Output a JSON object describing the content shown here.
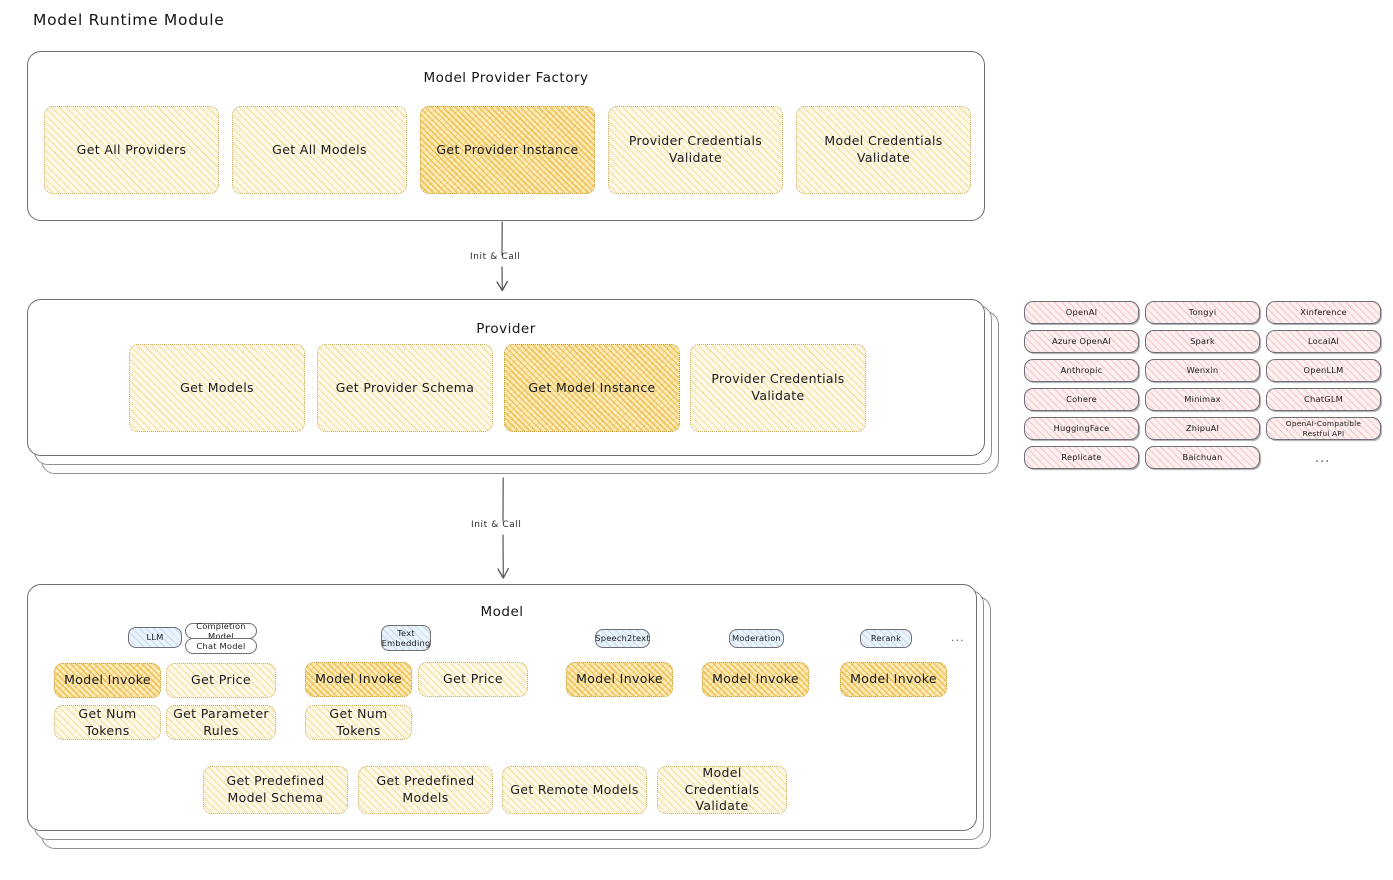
{
  "title": "Model Runtime Module",
  "factory": {
    "title": "Model Provider Factory",
    "boxes": [
      {
        "label": "Get All Providers",
        "highlight": false
      },
      {
        "label": "Get All Models",
        "highlight": false
      },
      {
        "label": "Get Provider Instance",
        "highlight": true
      },
      {
        "label": "Provider Credentials Validate",
        "highlight": false
      },
      {
        "label": "Model Credentials Validate",
        "highlight": false
      }
    ]
  },
  "arrow1": {
    "label": "Init & Call"
  },
  "provider": {
    "title": "Provider",
    "boxes": [
      {
        "label": "Get Models",
        "highlight": false
      },
      {
        "label": "Get Provider Schema",
        "highlight": false
      },
      {
        "label": "Get Model Instance",
        "highlight": true
      },
      {
        "label": "Provider Credentials Validate",
        "highlight": false
      }
    ]
  },
  "arrow2": {
    "label": "Init & Call"
  },
  "provider_list": {
    "columns": [
      [
        "OpenAI",
        "Azure OpenAI",
        "Anthropic",
        "Cohere",
        "HuggingFace",
        "Replicate"
      ],
      [
        "Tongyi",
        "Spark",
        "Wenxin",
        "Minimax",
        "ZhipuAI",
        "Baichuan"
      ],
      [
        "Xinference",
        "LocalAI",
        "OpenLLM",
        "ChatGLM",
        "OpenAI-Compatible Restful API"
      ]
    ],
    "more": "..."
  },
  "model": {
    "title": "Model",
    "more": "...",
    "types": [
      {
        "badge": "LLM",
        "sub_badges": [
          "Completion Model",
          "Chat Model"
        ],
        "methods": [
          "Model Invoke",
          "Get Price",
          "Get Num Tokens",
          "Get Parameter Rules"
        ],
        "highlight_first": true
      },
      {
        "badge": "Text Embedding",
        "sub_badges": [],
        "methods": [
          "Model Invoke",
          "Get Price",
          "Get Num Tokens"
        ],
        "highlight_first": true
      },
      {
        "badge": "Speech2text",
        "sub_badges": [],
        "methods": [
          "Model Invoke"
        ],
        "highlight_first": true
      },
      {
        "badge": "Moderation",
        "sub_badges": [],
        "methods": [
          "Model Invoke"
        ],
        "highlight_first": true
      },
      {
        "badge": "Rerank",
        "sub_badges": [],
        "methods": [
          "Model Invoke"
        ],
        "highlight_first": true
      }
    ],
    "common_methods": [
      "Get Predefined Model Schema",
      "Get Predefined Models",
      "Get Remote Models",
      "Model Credentials Validate"
    ]
  },
  "colors": {
    "yellow_light": "#fdf8e7",
    "yellow_strong": "#fcecbe",
    "pink": "#fdf0f0",
    "blue_badge": "#eaf3fb",
    "panel_border": "#6e6e73",
    "text": "#1b1b1f"
  }
}
